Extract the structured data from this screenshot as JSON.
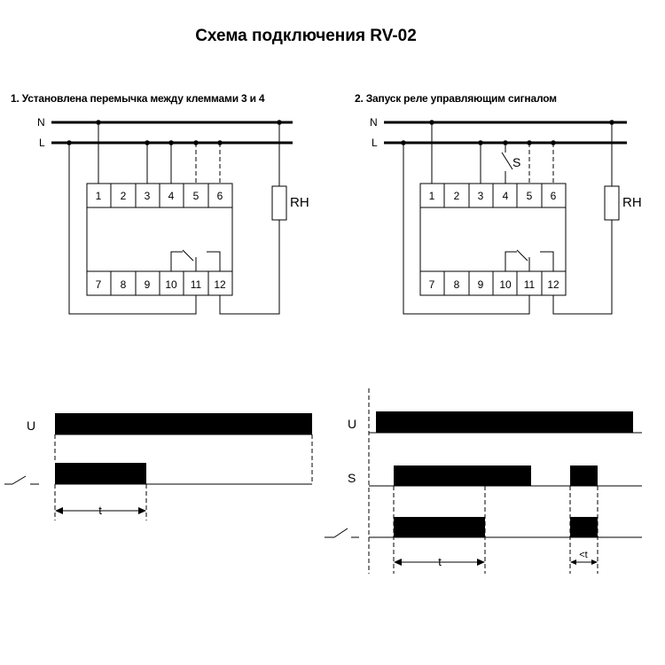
{
  "title": "Схема подключения RV-02",
  "schemes": [
    {
      "caption": "1. Установлена перемычка между  клеммами 3 и 4",
      "line_n": "N",
      "line_l": "L",
      "terminals_top": [
        "1",
        "2",
        "3",
        "4",
        "5",
        "6"
      ],
      "terminals_bottom": [
        "7",
        "8",
        "9",
        "10",
        "11",
        "12"
      ],
      "load_label": "RH"
    },
    {
      "caption": "2. Запуск реле управляющим сигналом",
      "line_n": "N",
      "line_l": "L",
      "terminals_top": [
        "1",
        "2",
        "3",
        "4",
        "5",
        "6"
      ],
      "terminals_bottom": [
        "7",
        "8",
        "9",
        "10",
        "11",
        "12"
      ],
      "load_label": "RH",
      "switch_label": "S"
    }
  ],
  "timing": [
    {
      "rows": [
        "U",
        ""
      ],
      "interval_label": "t"
    },
    {
      "rows": [
        "U",
        "S",
        ""
      ],
      "interval_label": "t",
      "short_interval_label": "<t"
    }
  ]
}
